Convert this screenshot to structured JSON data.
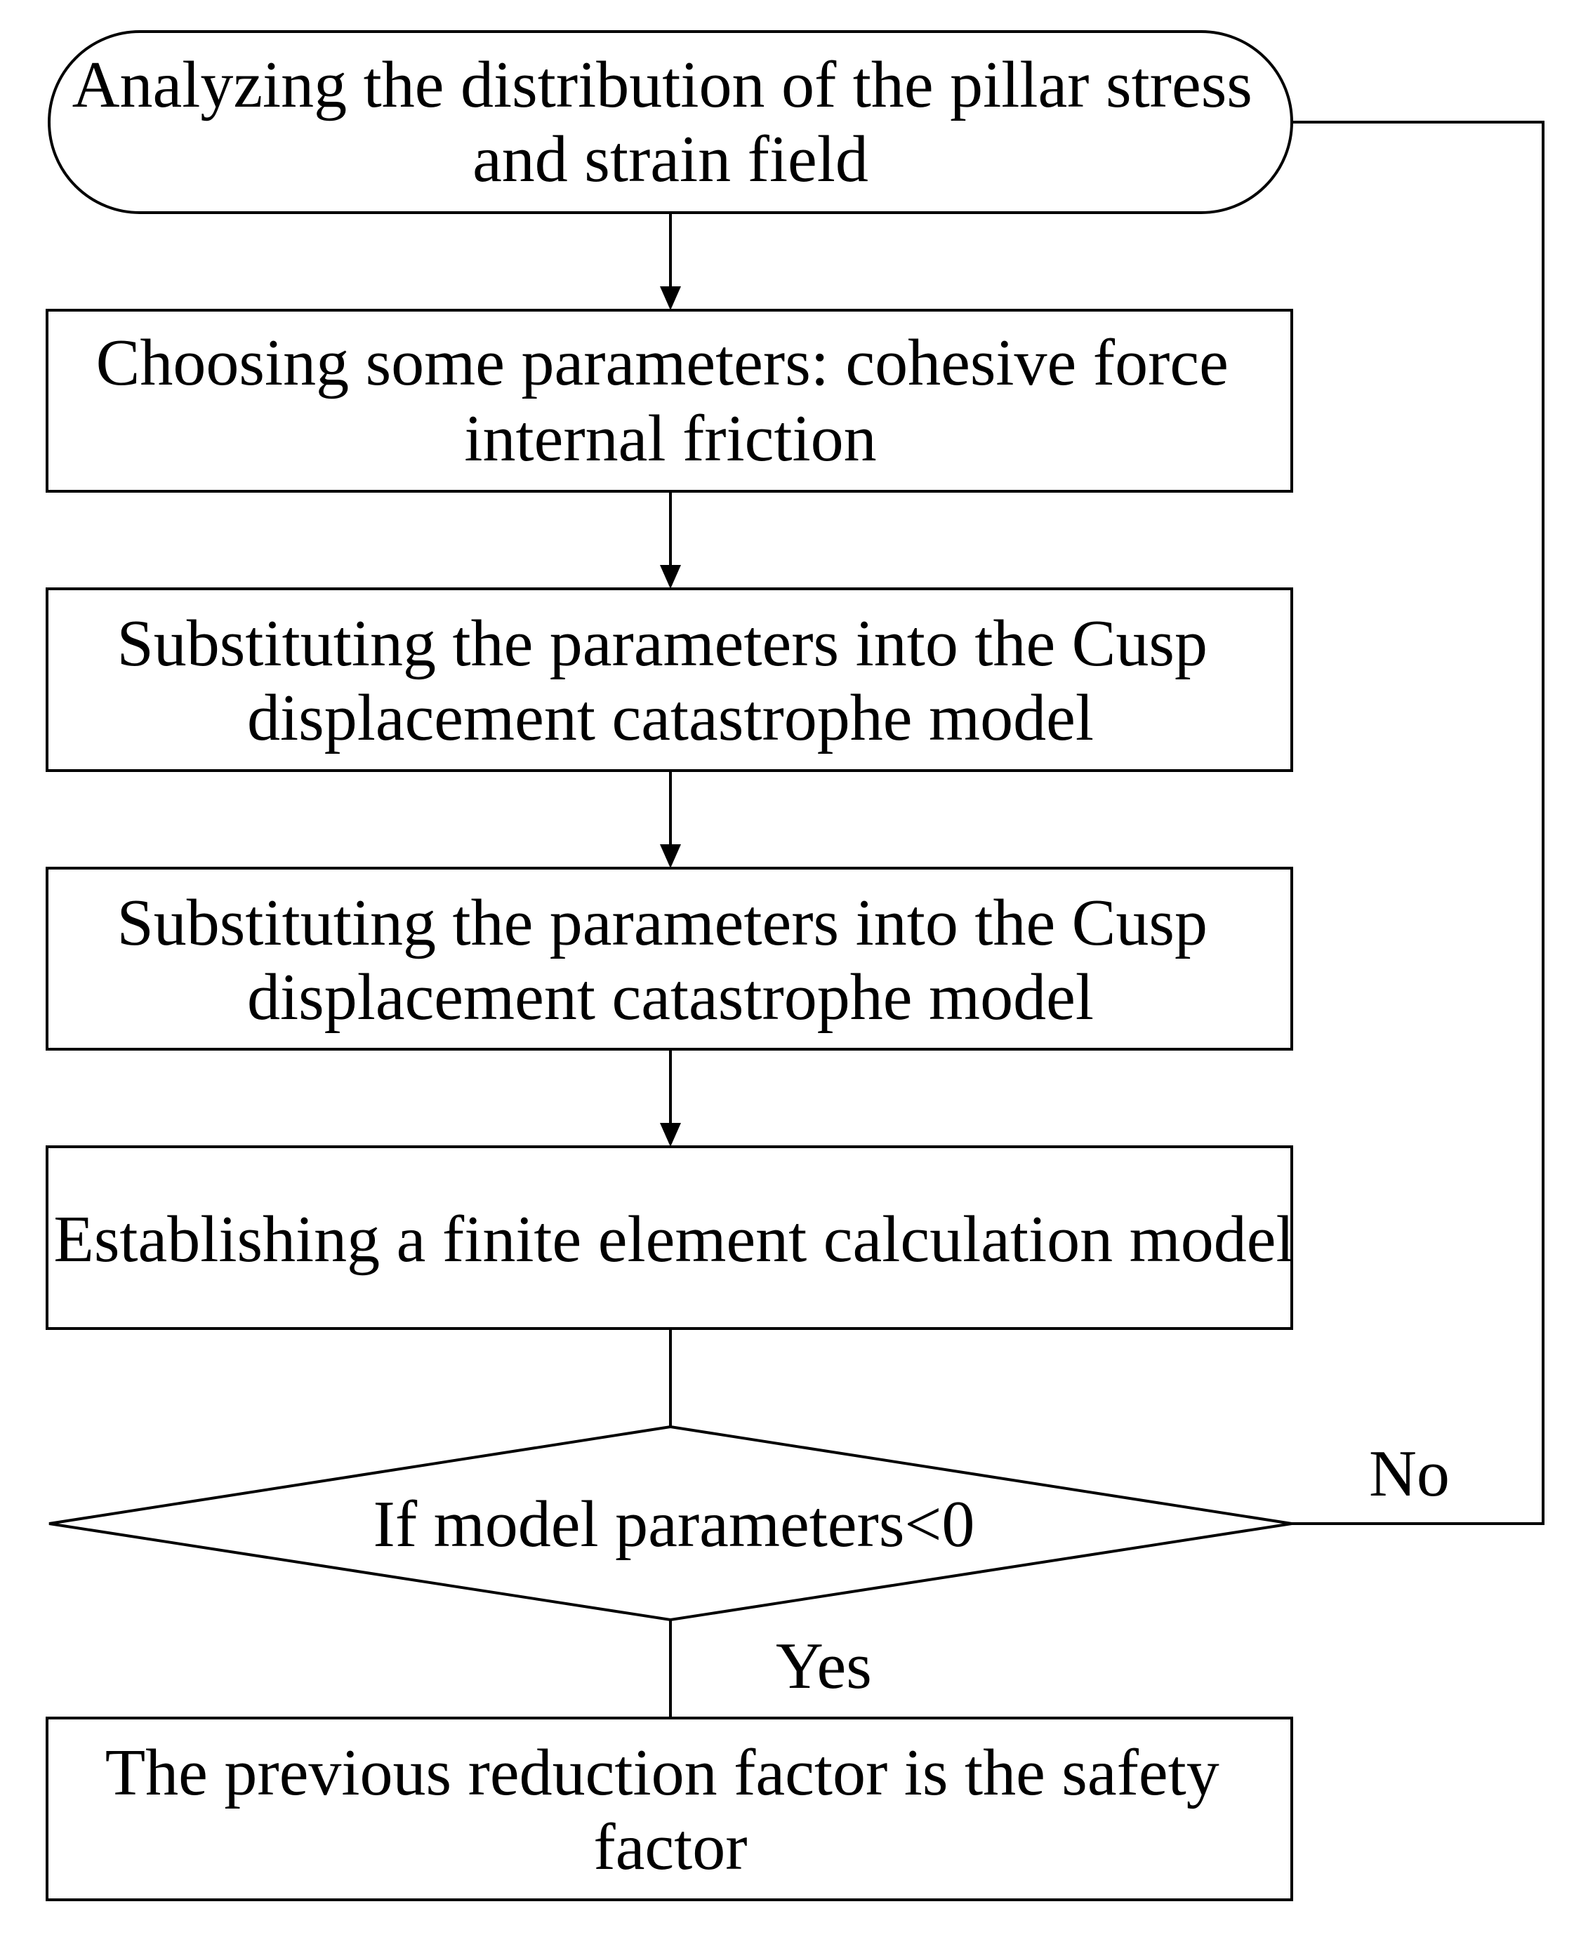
{
  "flowchart": {
    "start": {
      "lines": [
        "Analyzing the distribution of the pillar stress",
        "and strain field"
      ]
    },
    "step1": {
      "lines": [
        "Choosing some parameters: cohesive force",
        "internal friction"
      ]
    },
    "step2": {
      "lines": [
        "Substituting the parameters into the Cusp",
        "displacement catastrophe model"
      ]
    },
    "step3": {
      "lines": [
        "Substituting the parameters into the Cusp",
        "displacement catastrophe model"
      ]
    },
    "step4": {
      "lines": [
        "Establishing a finite element calculation model"
      ]
    },
    "decision": {
      "text": "If model parameters<0",
      "no_label": "No",
      "yes_label": "Yes"
    },
    "end": {
      "lines": [
        "The previous reduction factor is the safety",
        "factor"
      ]
    }
  }
}
